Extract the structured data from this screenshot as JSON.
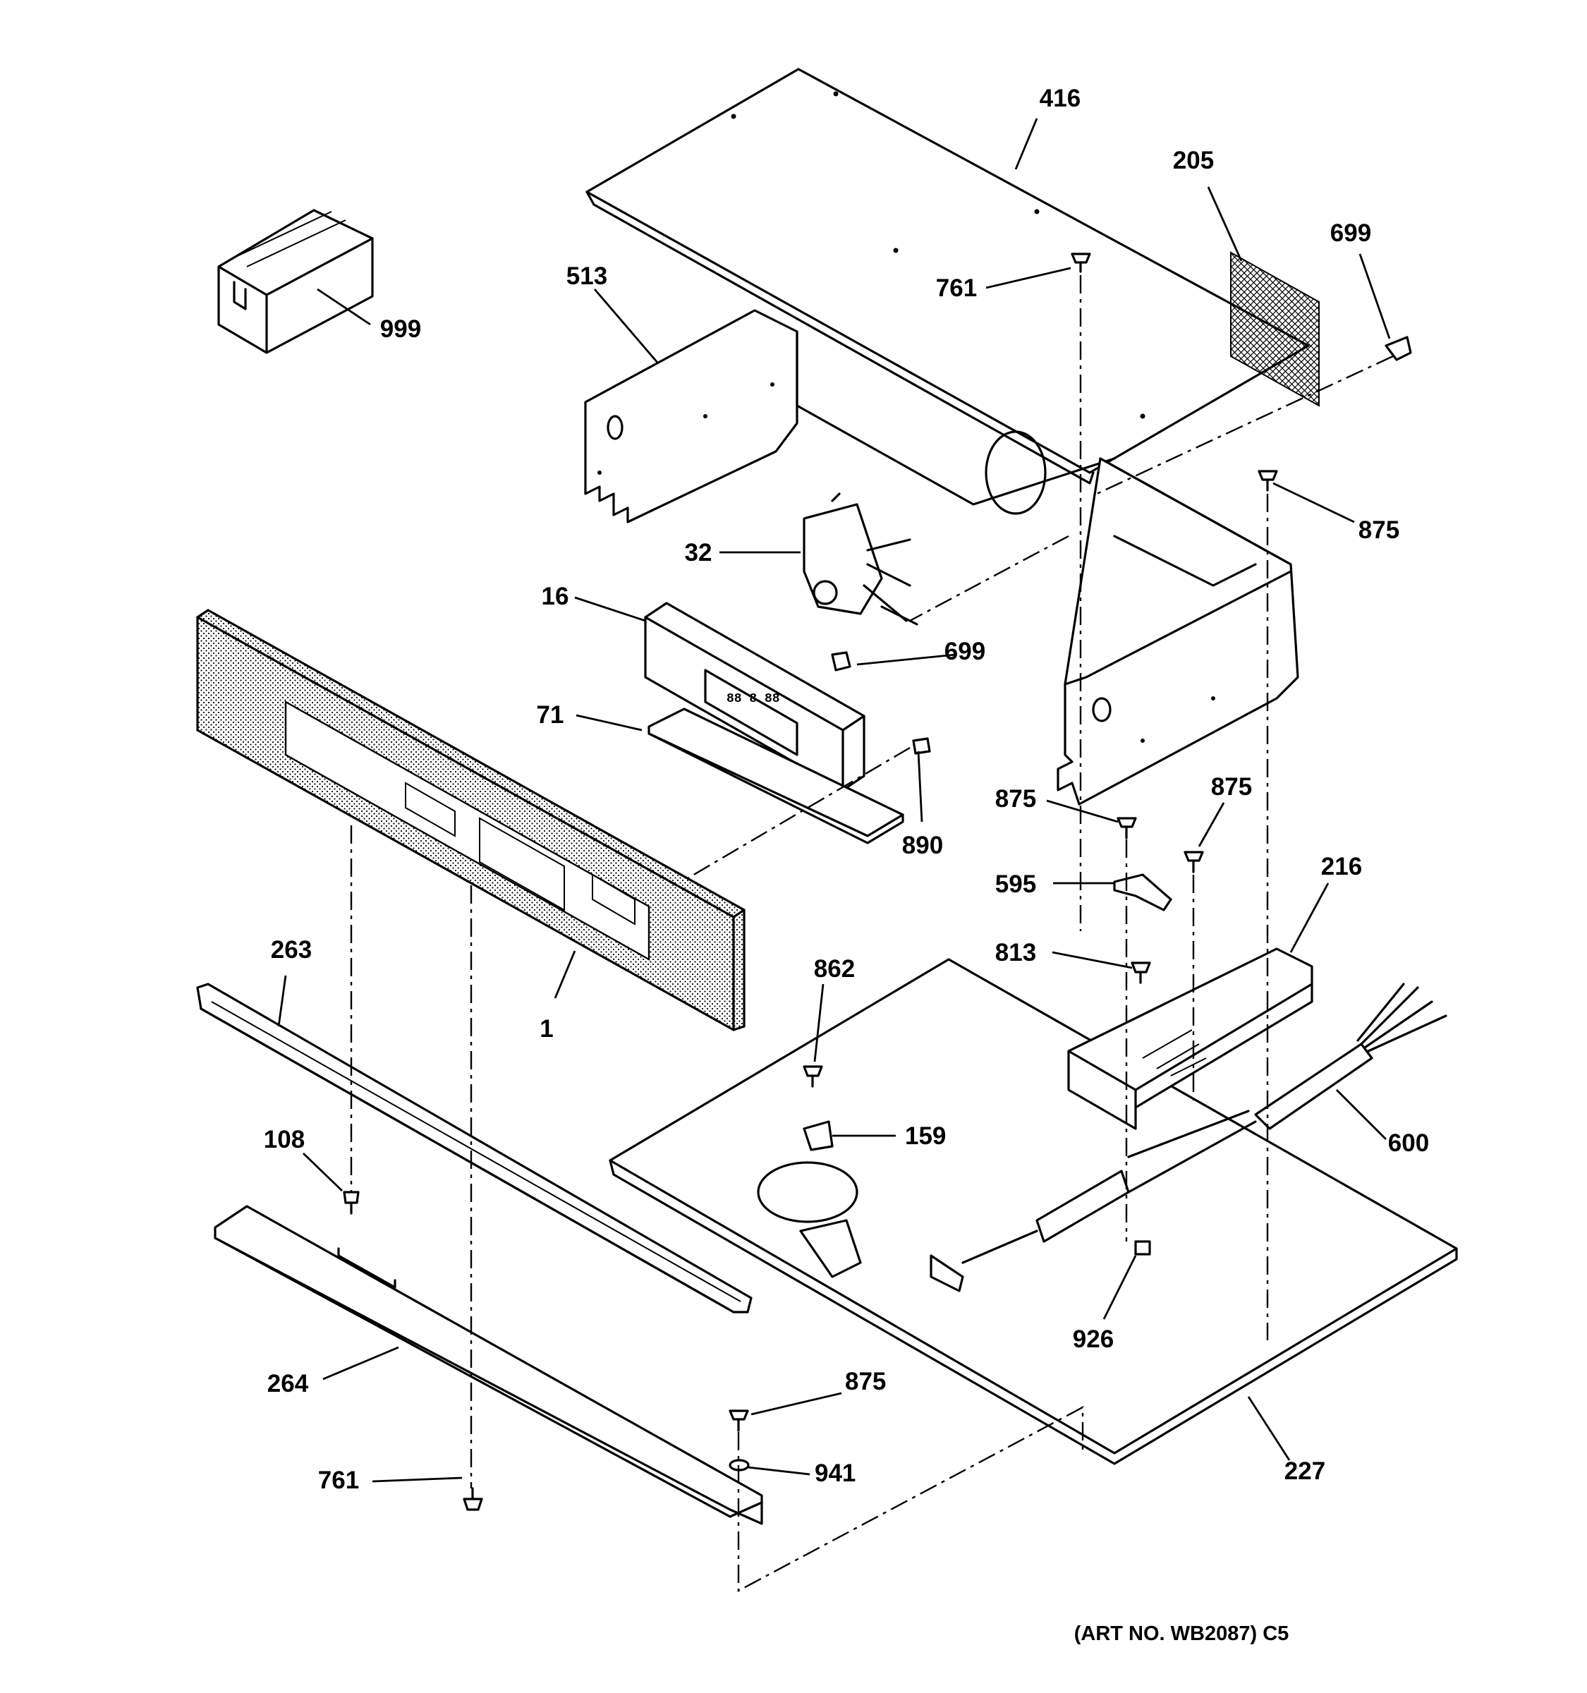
{
  "parts": {
    "p416": "416",
    "p205": "205",
    "p699a": "699",
    "p761a": "761",
    "p513": "513",
    "p999": "999",
    "p875a": "875",
    "p32": "32",
    "p16": "16",
    "p699b": "699",
    "p71": "71",
    "p890": "890",
    "p875b": "875",
    "p875c": "875",
    "p595": "595",
    "p216": "216",
    "p263": "263",
    "p1": "1",
    "p862": "862",
    "p813": "813",
    "p159": "159",
    "p600": "600",
    "p108": "108",
    "p926": "926",
    "p264": "264",
    "p875d": "875",
    "p941": "941",
    "p761b": "761",
    "p227": "227"
  },
  "art_number": "(ART NO. WB2087) C5"
}
